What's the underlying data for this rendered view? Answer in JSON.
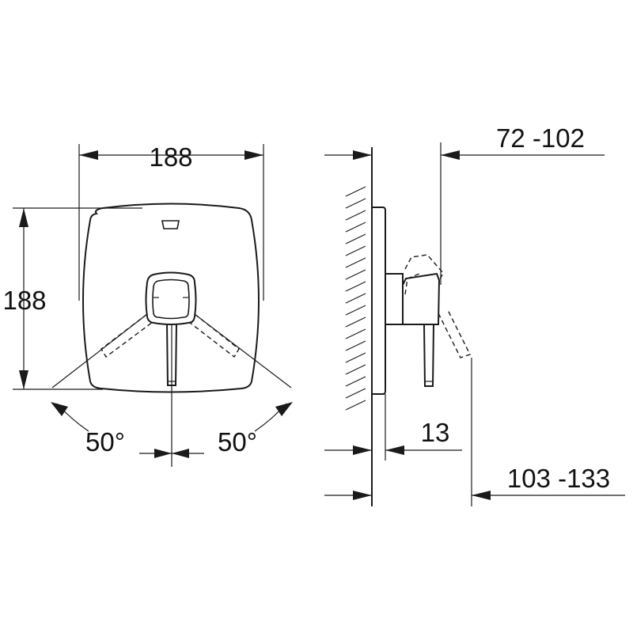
{
  "front_view": {
    "width_label": "188",
    "height_label": "188",
    "angle_left_label": "50°",
    "angle_right_label": "50°"
  },
  "side_view": {
    "depth_range_label": "72 -102",
    "plate_thickness_label": "13",
    "overall_depth_label": "103 -133"
  },
  "colors": {
    "line": "#1a1a1a",
    "background": "#ffffff"
  }
}
